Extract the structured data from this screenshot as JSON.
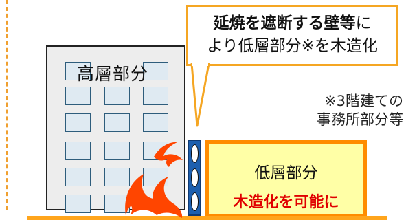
{
  "callout": {
    "line1_bold": "延焼を遮断する壁等",
    "line1_rest": "に",
    "line2": "より低層部分※を木造化"
  },
  "tall_building": {
    "label": "高層部分"
  },
  "note": {
    "line1": "※3階建ての",
    "line2": "事務所部分等"
  },
  "low_building": {
    "label": "低層部分",
    "emphasis": "木造化を可能に"
  },
  "colors": {
    "accent_orange": "#ff8c00",
    "fire": "#ff4500",
    "wall": "#1d5fae",
    "emphasis_red": "#e00000",
    "low_fill": "#ffffa6"
  }
}
